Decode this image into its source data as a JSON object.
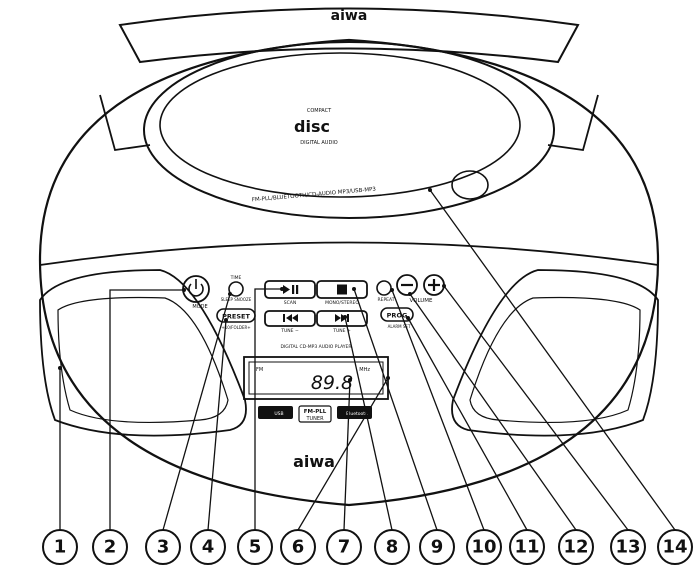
{
  "brand": {
    "top_logo": "aiwa",
    "front_logo": "aiwa"
  },
  "lid": {
    "disc_logo_main": "disc",
    "disc_logo_top": "COMPACT",
    "disc_logo_bottom": "DIGITAL AUDIO",
    "rim_text": "FM-PLL/BLUETOOTH/CD-AUDIO MP3/USB-MP3"
  },
  "controls": {
    "time": "TIME",
    "mode": "MODE",
    "sleep_snooze": "SLEEP SNOOZE",
    "preset": "PRESET",
    "preset_sub": "+10/FOLDER+",
    "scan": "SCAN",
    "mono_stereo": "MONO/STEREO",
    "tune_minus": "TUNE −",
    "tune_plus": "TUNE +",
    "repeat": "REPEAT",
    "volume": "VOLUME",
    "prog": "PROG",
    "alarm_set": "ALARM SET",
    "player_caption": "DIGITAL CD-MP3 AUDIO PLAYER"
  },
  "display": {
    "band": "FM",
    "freq": "89.8",
    "unit": "MHz"
  },
  "badges": {
    "usb": "USB",
    "tuner_top": "FM-PLL",
    "tuner_bottom": "TUNER",
    "bluetooth": "Bluetooth"
  },
  "callouts": [
    "1",
    "2",
    "3",
    "4",
    "5",
    "6",
    "7",
    "8",
    "9",
    "10",
    "11",
    "12",
    "13",
    "14"
  ]
}
